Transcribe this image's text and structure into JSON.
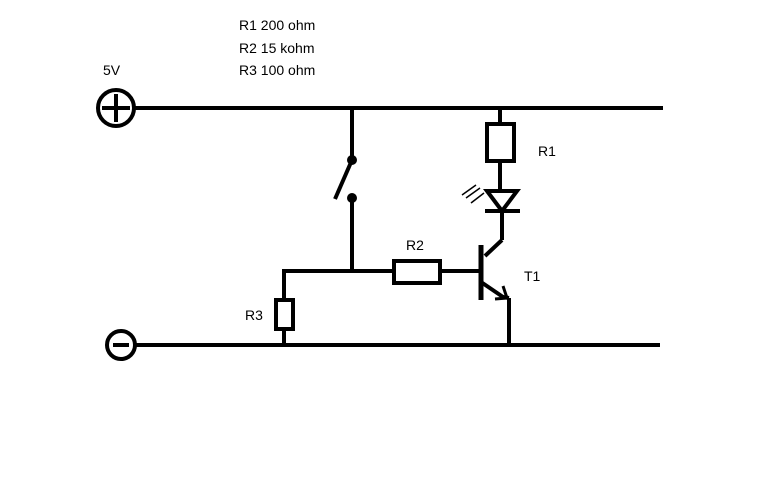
{
  "component_values": [
    {
      "designator": "R1",
      "text": "R1 200 ohm"
    },
    {
      "designator": "R2",
      "text": "R2 15 kohm"
    },
    {
      "designator": "R3",
      "text": "R3 100 ohm"
    }
  ],
  "supply": {
    "voltage_label": "5V",
    "positive_symbol": "+",
    "negative_symbol": "−"
  },
  "components": {
    "r1_label": "R1",
    "r2_label": "R2",
    "r3_label": "R3",
    "t1_label": "T1"
  },
  "colors": {
    "ink": "#000000",
    "background": "#ffffff"
  }
}
